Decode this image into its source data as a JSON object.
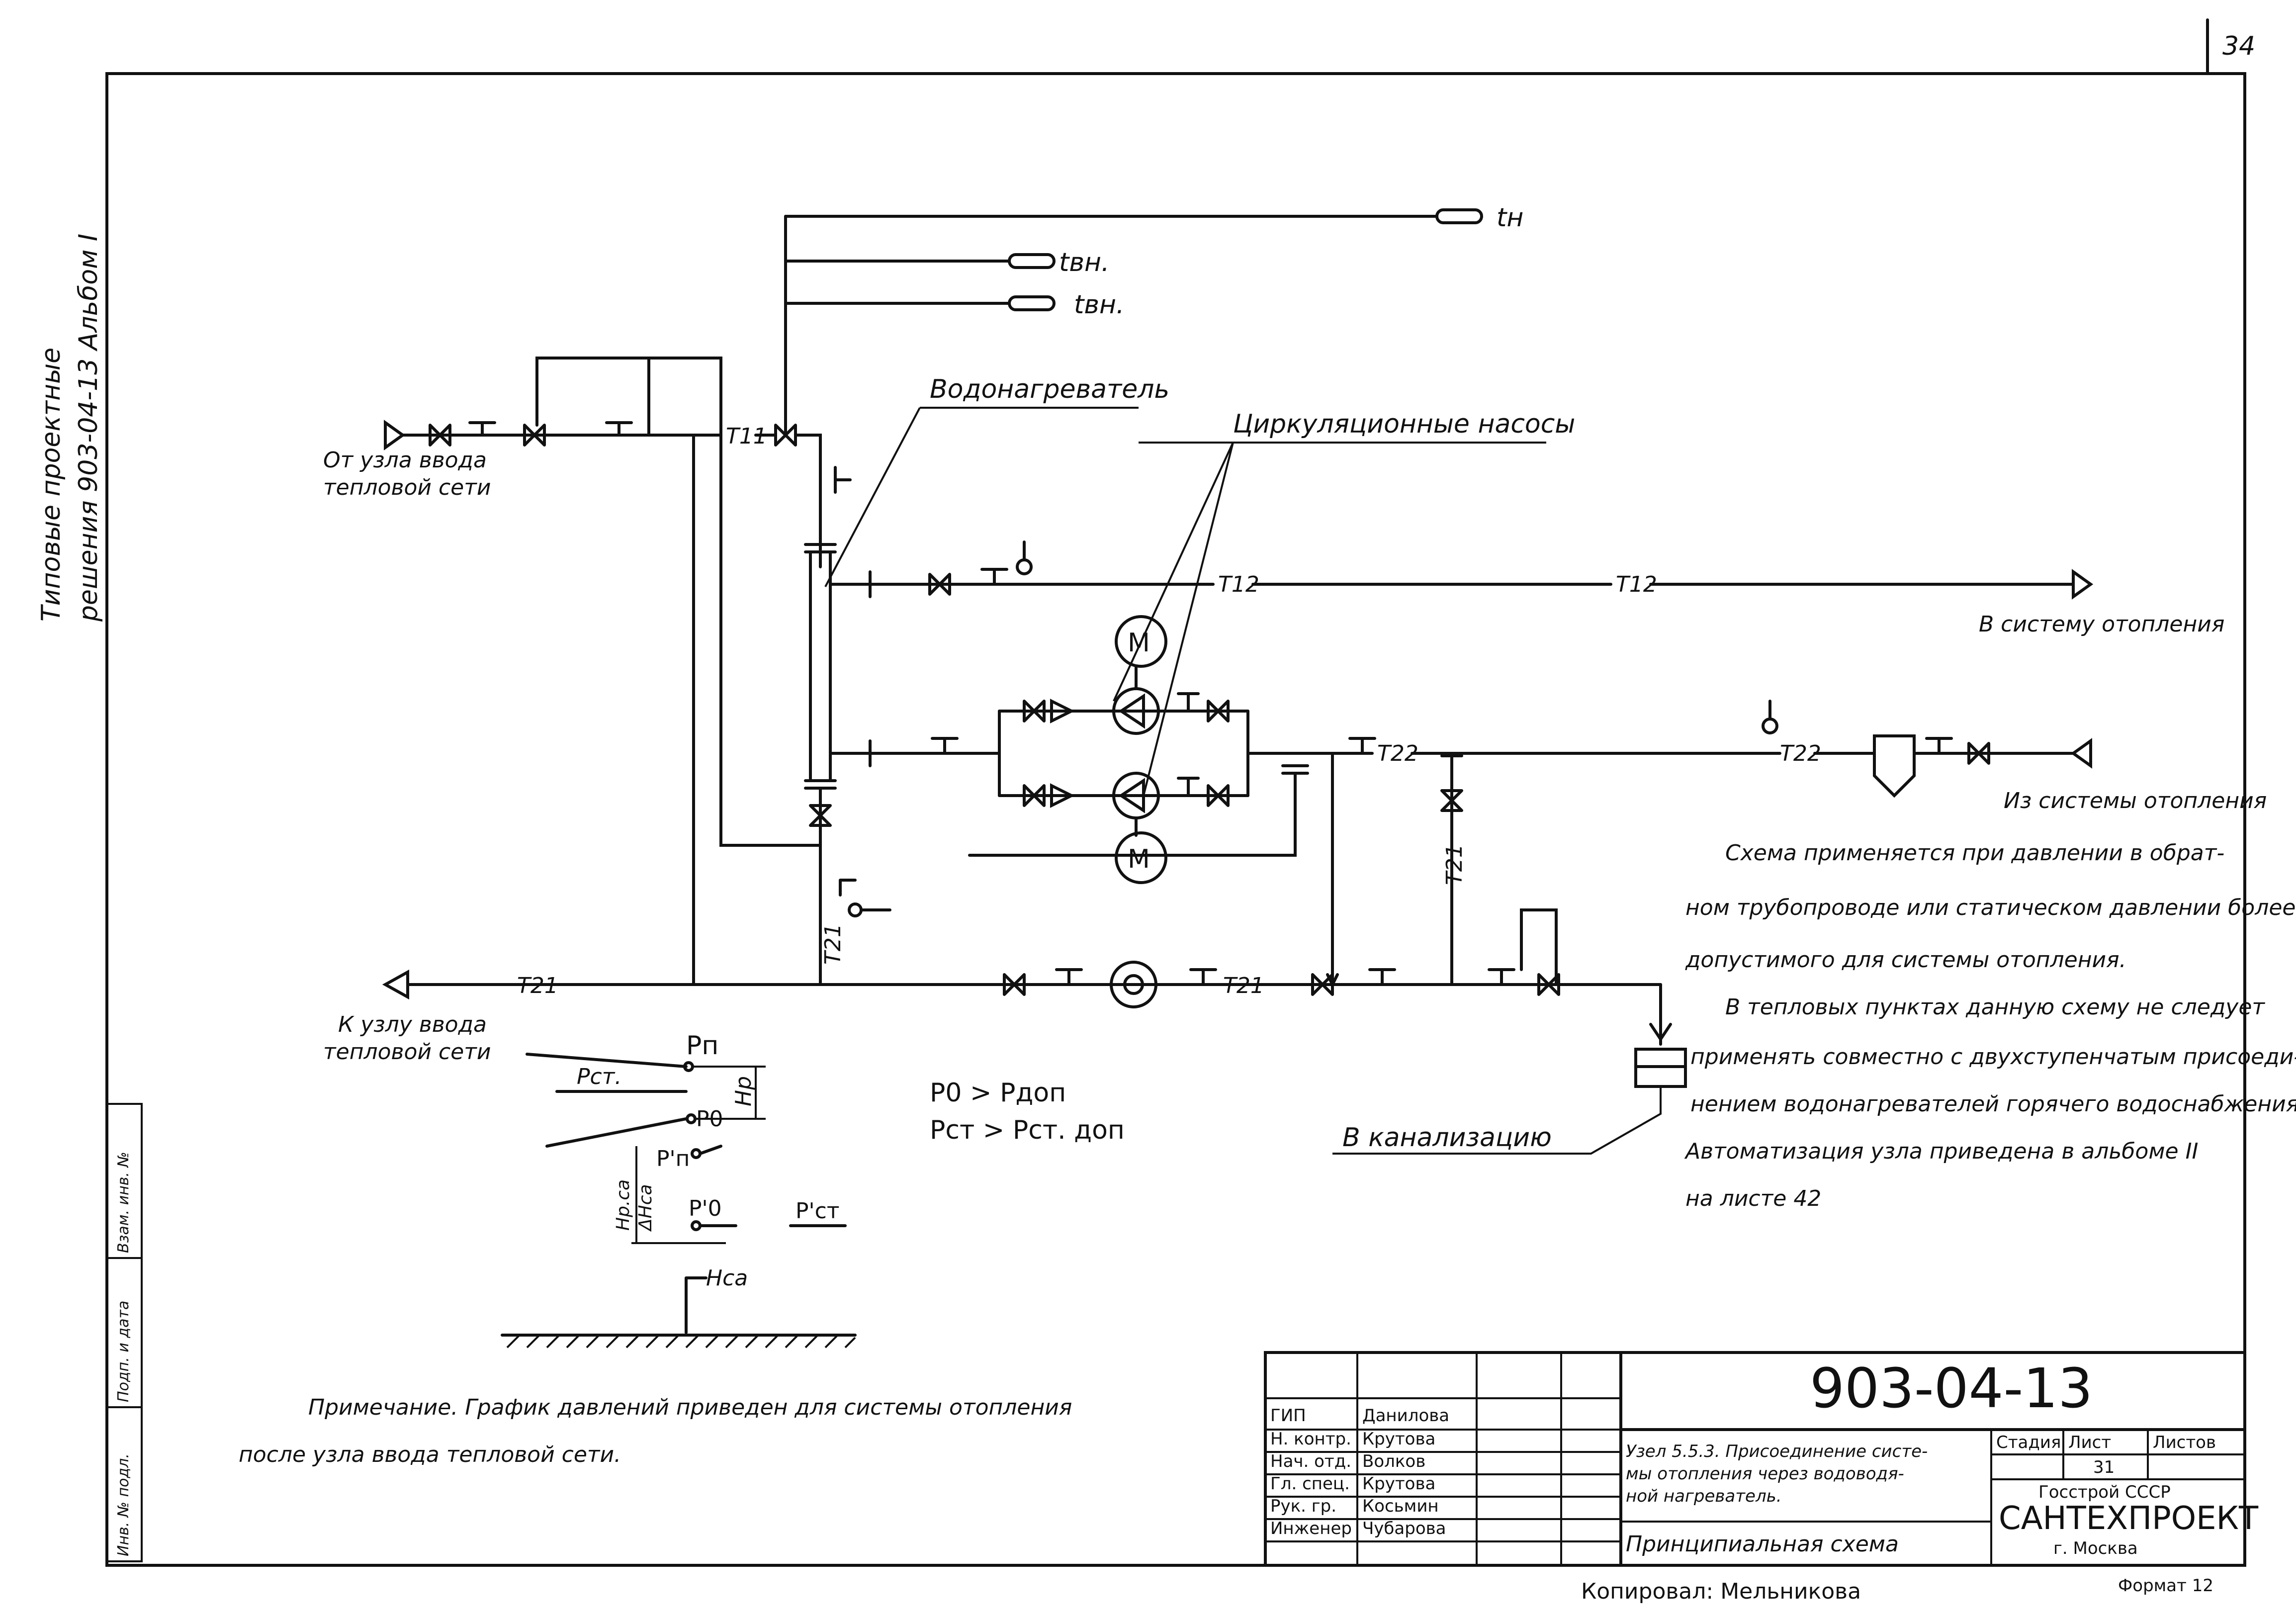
{
  "page_number": "34",
  "side_title": {
    "line1": "Типовые проектные",
    "line2": "решения 903-04-13 Альбом I"
  },
  "labels": {
    "t_n": "tн",
    "t_vn1": "tвн.",
    "t_vn2": "tвн.",
    "heater": "Водонагреватель",
    "pumps": "Циркуляционные насосы",
    "from_inlet_1": "От узла ввода",
    "from_inlet_2": "тепловой сети",
    "to_inlet_1": "К узлу ввода",
    "to_inlet_2": "тепловой сети",
    "to_heating": "В систему отопления",
    "from_heating": "Из системы отопления",
    "sewer": "В канализацию",
    "T11": "Т11",
    "T12a": "Т12",
    "T12b": "Т12",
    "T21a": "Т21",
    "T21b": "Т21",
    "T21c": "Т21",
    "T21d": "Т21",
    "T22a": "Т22",
    "T22b": "Т22",
    "motor1": "М",
    "motor2": "М"
  },
  "pressure_chart": {
    "Pn": "Pп",
    "Pst": "Pст.",
    "P0": "P0",
    "Pn1": "P'п",
    "Hp": "Hр",
    "Hpsa": "Hр.са",
    "dHsa": "ΔHса",
    "P01": "P'0",
    "Pst1": "P'ст",
    "Hsa": "Hса"
  },
  "formulas": {
    "f1": "P0 > Pдоп",
    "f2": "Pст > Pст. доп"
  },
  "description": [
    "Схема применяется при давлении в обрат-",
    "ном трубопроводе или статическом давлении более",
    "допустимого для системы отопления.",
    "В тепловых пунктах данную схему не следует",
    "применять совместно с двухступенчатым присоеди-",
    "нением водонагревателей горячего водоснабжения.",
    "Автоматизация узла приведена в альбоме II",
    "на листе 42"
  ],
  "note": {
    "line1": "Примечание. График давлений приведен для системы отопления",
    "line2": "после узла ввода тепловой сети."
  },
  "left_stamp": [
    "Инв. № подл.",
    "Подп. и дата",
    "Взам. инв. №"
  ],
  "title_block": {
    "code": "903-04-13",
    "roles": [
      {
        "role": "ГИП",
        "name": "Данилова"
      },
      {
        "role": "Н. контр.",
        "name": "Крутова"
      },
      {
        "role": "Нач. отд.",
        "name": "Волков"
      },
      {
        "role": "Гл. спец.",
        "name": "Крутова"
      },
      {
        "role": "Рук. гр.",
        "name": "Косьмин"
      },
      {
        "role": "Инженер",
        "name": "Чубарова"
      }
    ],
    "desc1": "Узел 5.5.3. Присоединение систе-",
    "desc2": "мы отопления через водоводя-",
    "desc3": "ной нагреватель.",
    "schema": "Принципиальная схема",
    "stage_h": "Стадия",
    "sheet_h": "Лист",
    "sheets_h": "Листов",
    "sheet_v": "31",
    "org1": "Госстрой СССР",
    "org2": "САНТЕХПРОЕКТ",
    "org3": "г. Москва"
  },
  "copied": "Копировал: Мельникова",
  "format": "Формат 12"
}
